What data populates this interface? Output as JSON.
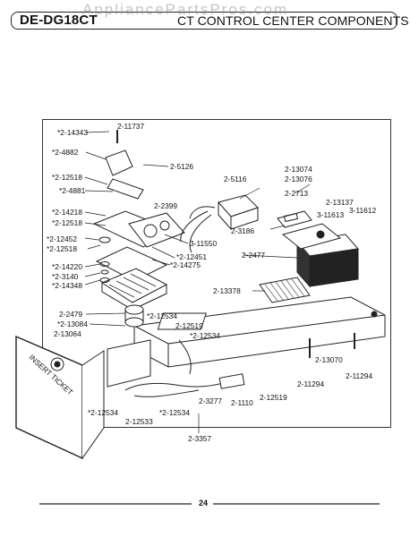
{
  "header": {
    "model": "DE-DG18CT",
    "title": "CT CONTROL CENTER COMPONENTS",
    "watermark": "AppliancePartsPros.com"
  },
  "parts": [
    {
      "key": "p1",
      "label": "2-11737"
    },
    {
      "key": "p2",
      "label": "*2-14343"
    },
    {
      "key": "p3",
      "label": "*2-4882"
    },
    {
      "key": "p4",
      "label": "2-5126"
    },
    {
      "key": "p5",
      "label": "*2-12518"
    },
    {
      "key": "p6",
      "label": "*2-4881"
    },
    {
      "key": "p7",
      "label": "2-5116"
    },
    {
      "key": "p8",
      "label": "2-13074"
    },
    {
      "key": "p9",
      "label": "2-13076"
    },
    {
      "key": "p10",
      "label": "2-2713"
    },
    {
      "key": "p11",
      "label": "2-13137"
    },
    {
      "key": "p12",
      "label": "3-11612"
    },
    {
      "key": "p13",
      "label": "3-11613"
    },
    {
      "key": "p14",
      "label": "2-2399"
    },
    {
      "key": "p15",
      "label": "*2-14218"
    },
    {
      "key": "p16",
      "label": "*2-12518"
    },
    {
      "key": "p17",
      "label": "2-3186"
    },
    {
      "key": "p18",
      "label": "*2-12452"
    },
    {
      "key": "p19",
      "label": "*2-12518"
    },
    {
      "key": "p20",
      "label": "3-11550"
    },
    {
      "key": "p21",
      "label": "*2-12451"
    },
    {
      "key": "p22",
      "label": "*2-14275"
    },
    {
      "key": "p23",
      "label": "2-2477"
    },
    {
      "key": "p24",
      "label": "*2-14220"
    },
    {
      "key": "p25",
      "label": "*2-3140"
    },
    {
      "key": "p26",
      "label": "*2-14348"
    },
    {
      "key": "p27",
      "label": "2-13378"
    },
    {
      "key": "p28",
      "label": "2-2479"
    },
    {
      "key": "p29",
      "label": "*2-12534"
    },
    {
      "key": "p30",
      "label": "*2-13084"
    },
    {
      "key": "p31",
      "label": "2-12519"
    },
    {
      "key": "p32",
      "label": "2-13064"
    },
    {
      "key": "p33",
      "label": "*2-12534"
    },
    {
      "key": "p34",
      "label": "2-13070"
    },
    {
      "key": "p35",
      "label": "2-11294"
    },
    {
      "key": "p36",
      "label": "2-11294"
    },
    {
      "key": "p37",
      "label": "2-12519"
    },
    {
      "key": "p38",
      "label": "2-3277"
    },
    {
      "key": "p39",
      "label": "2-1110"
    },
    {
      "key": "p40",
      "label": "*2-12534"
    },
    {
      "key": "p41",
      "label": "*2-12534"
    },
    {
      "key": "p42",
      "label": "2-12533"
    },
    {
      "key": "p43",
      "label": "2-3357"
    }
  ],
  "panel_text": "INSERT TICKET",
  "footer": {
    "page": "24"
  }
}
